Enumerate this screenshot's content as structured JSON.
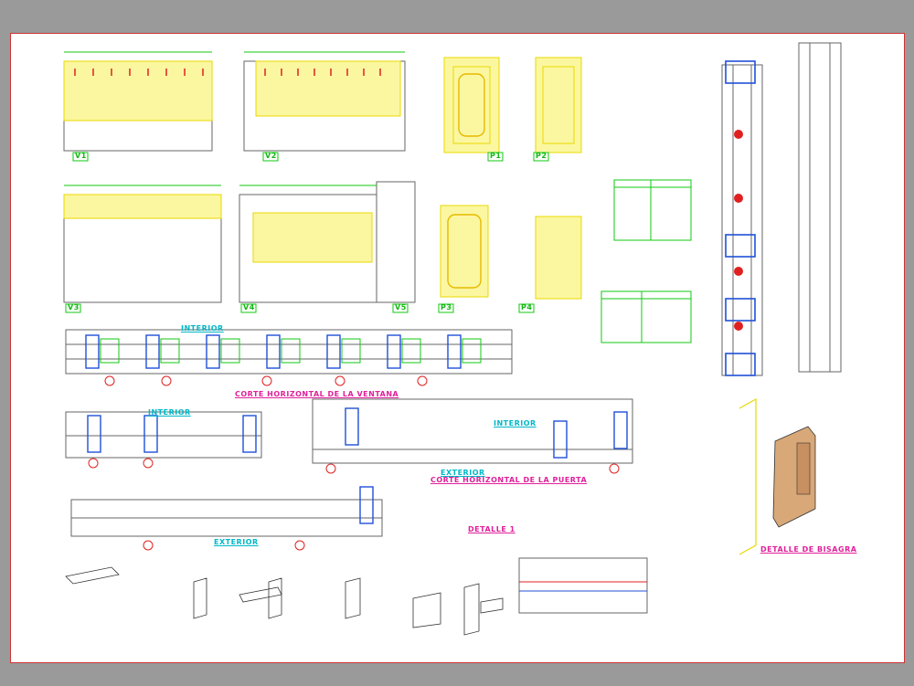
{
  "colors": {
    "background": "#9a9a9a",
    "sheet": "#ffffff",
    "sheet_border": "#cc3333",
    "yellow": "#f6f600",
    "green": "#12c812",
    "red": "#e02020",
    "blue": "#2050d8",
    "cyan": "#00b8c8",
    "magenta": "#e0209a",
    "line": "#555555"
  },
  "tags": {
    "v1": "V1",
    "v2": "V2",
    "v3": "V3",
    "v4": "V4",
    "v5": "V5",
    "p1": "P1",
    "p2": "P2",
    "p3": "P3",
    "p4": "P4"
  },
  "titles": {
    "window_section": "CORTE HORIZONTAL DE LA VENTANA",
    "door_section": "CORTE HORIZONTAL DE LA PUERTA",
    "hinge_detail": "DETALLE DE BISAGRA",
    "detail_1": "DETALLE 1",
    "interior_1": "INTERIOR",
    "interior_2": "INTERIOR",
    "interior_3": "INTERIOR",
    "exterior_1": "EXTERIOR",
    "exterior_2": "EXTERIOR"
  }
}
